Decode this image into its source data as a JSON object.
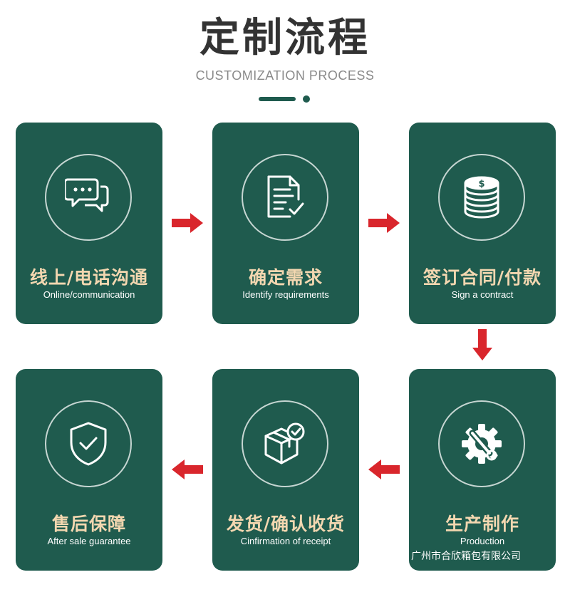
{
  "header": {
    "title": "定制流程",
    "subtitle": "CUSTOMIZATION PROCESS"
  },
  "colors": {
    "card": "#1f5b4e",
    "title_text": "#333333",
    "card_title": "#f3d7b0",
    "arrow": "#d9262c"
  },
  "steps": [
    {
      "zh": "线上/电话沟通",
      "en": "Online/communication",
      "icon": "chat-bubbles-icon"
    },
    {
      "zh": "确定需求",
      "en": "Identify requirements",
      "icon": "document-check-icon"
    },
    {
      "zh": "签订合同/付款",
      "en": "Sign a contract",
      "icon": "coin-stack-icon"
    },
    {
      "zh": "生产制作",
      "en": "Production",
      "icon": "gear-wrench-icon"
    },
    {
      "zh": "发货/确认收货",
      "en": "Cinfirmation of receipt",
      "icon": "box-check-icon"
    },
    {
      "zh": "售后保障",
      "en": "After sale guarantee",
      "icon": "shield-check-icon"
    }
  ],
  "watermark": "广州市合欣箱包有限公司"
}
